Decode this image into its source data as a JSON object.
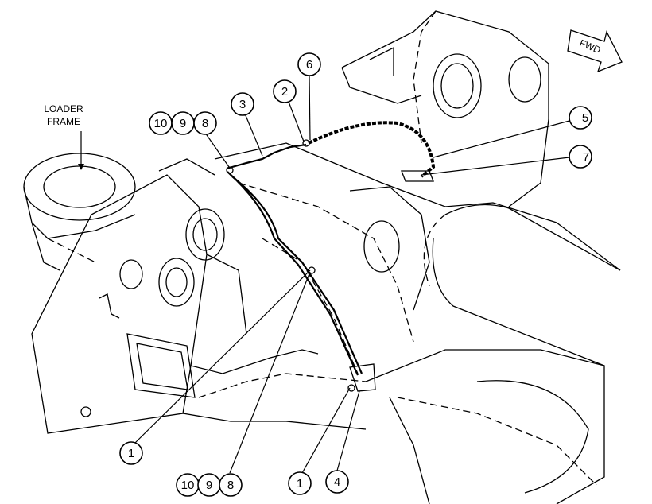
{
  "labels": {
    "loader_frame_line1": "LOADER",
    "loader_frame_line2": "FRAME",
    "fwd": "FWD"
  },
  "callouts": {
    "c10_top": "10",
    "c9_top": "9",
    "c8_top": "8",
    "c3": "3",
    "c2": "2",
    "c6": "6",
    "c5": "5",
    "c7": "7",
    "c1_left": "1",
    "c8_bottom": "8",
    "c9_bottom": "9",
    "c10_bottom": "10",
    "c1_right": "1",
    "c4": "4"
  }
}
